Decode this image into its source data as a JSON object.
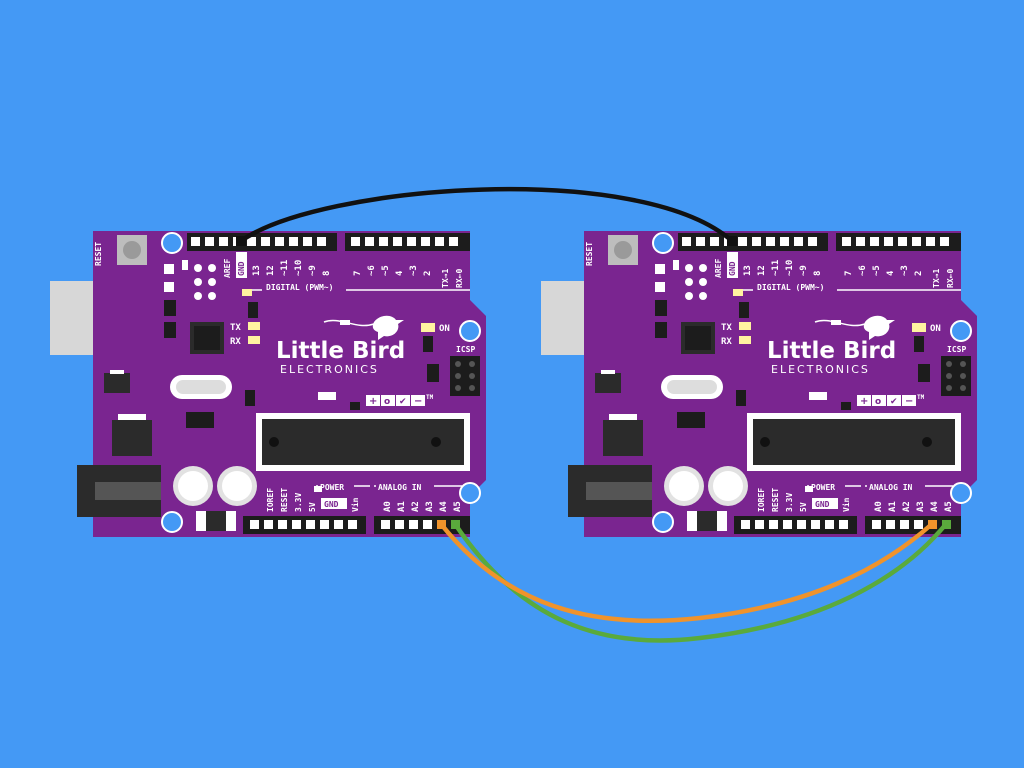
{
  "colors": {
    "background": "#4499f5",
    "board": "#7a2590",
    "board_edge": "#5e1a70",
    "header": "#1c1c1c",
    "wire_gnd": "#111111",
    "wire_a4": "#f0932b",
    "wire_a5": "#5aaa3c"
  },
  "boards": [
    {
      "brand": "Little Bird",
      "brand_sub": "ELECTRONICS",
      "reset": "RESET",
      "aref": "AREF",
      "gnd": "GND",
      "digital_pins": [
        "13",
        "12",
        "~11",
        "~10",
        "~9",
        "8",
        "7",
        "~6",
        "~5",
        "4",
        "~3",
        "2",
        "TX→1",
        "RX←0"
      ],
      "digital_label": "DIGITAL (PWM~)",
      "tx": "TX",
      "rx": "RX",
      "on": "ON",
      "icsp": "ICSP",
      "tm": "TM",
      "power_label": "POWER",
      "power_pins": [
        "IOREF",
        "RESET",
        "3.3V",
        "5V",
        "GND",
        "Vin"
      ],
      "analog_label": "ANALOG IN",
      "analog_pins": [
        "A0",
        "A1",
        "A2",
        "A3",
        "A4",
        "A5"
      ]
    },
    {
      "brand": "Little Bird",
      "brand_sub": "ELECTRONICS",
      "reset": "RESET",
      "aref": "AREF",
      "gnd": "GND",
      "digital_pins": [
        "13",
        "12",
        "~11",
        "~10",
        "~9",
        "8",
        "7",
        "~6",
        "~5",
        "4",
        "~3",
        "2",
        "TX→1",
        "RX←0"
      ],
      "digital_label": "DIGITAL (PWM~)",
      "tx": "TX",
      "rx": "RX",
      "on": "ON",
      "icsp": "ICSP",
      "tm": "TM",
      "power_label": "POWER",
      "power_pins": [
        "IOREF",
        "RESET",
        "3.3V",
        "5V",
        "GND",
        "Vin"
      ],
      "analog_label": "ANALOG IN",
      "analog_pins": [
        "A0",
        "A1",
        "A2",
        "A3",
        "A4",
        "A5"
      ]
    }
  ],
  "wires": [
    {
      "from": "board 1 GND",
      "to": "board 2 GND",
      "color": "#111111"
    },
    {
      "from": "board 1 A4",
      "to": "board 2 A4",
      "color": "#f0932b"
    },
    {
      "from": "board 1 A5",
      "to": "board 2 A5",
      "color": "#5aaa3c"
    }
  ]
}
